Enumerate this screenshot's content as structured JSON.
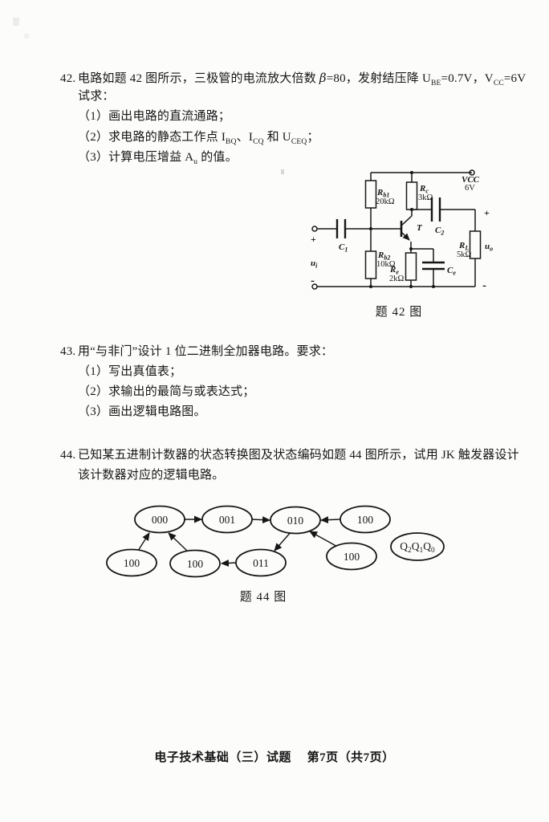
{
  "page": {
    "footer": "电子技术基础（三）试题　 第7页（共7页）"
  },
  "q42": {
    "number": "42.",
    "line1": {
      "s0": "电路如题 42 图所示，三极管的电流放大倍数 ",
      "beta": "β",
      "s1": "=80，发射结压降 U",
      "sub1": "BE",
      "s2": "=0.7V，V",
      "sub2": "CC",
      "s3": "=6V"
    },
    "line2": "试求：",
    "item1": "（1）画出电路的直流通路；",
    "item2": {
      "s0": "（2）求电路的静态工作点 I",
      "sub1": "BQ",
      "s1": "、I",
      "sub2": "CQ",
      "s2": " 和 U",
      "sub3": "CEQ",
      "s3": "；"
    },
    "item3": {
      "s0": "（3）计算电压增益 A",
      "sub1": "u",
      "s1": " 的值。"
    },
    "figure": {
      "vcc_label": "VCC",
      "vcc_value": "6V",
      "rb1": "R",
      "rb1_sub": "b1",
      "rb1_val": "20kΩ",
      "rc": "R",
      "rc_sub": "c",
      "rc_val": "3kΩ",
      "rb2": "R",
      "rb2_sub": "b2",
      "rb2_val": "10kΩ",
      "re": "R",
      "re_sub": "e",
      "re_val": "2kΩ",
      "rl": "R",
      "rl_sub": "L",
      "rl_val": "5kΩ",
      "c1": "C",
      "c1_sub": "1",
      "c2": "C",
      "c2_sub": "2",
      "ce": "C",
      "ce_sub": "e",
      "t": "T",
      "ui": "u",
      "ui_sub": "i",
      "uo": "u",
      "uo_sub": "o",
      "in_plus": "+",
      "in_minus": "-",
      "out_plus": "+",
      "out_minus": "-",
      "caption": "题 42 图"
    }
  },
  "q43": {
    "number": "43.",
    "line1": "用“与非门”设计 1 位二进制全加器电路。要求：",
    "item1": "（1）写出真值表；",
    "item2": "（2）求输出的最简与或表达式；",
    "item3": "（3）画出逻辑电路图。"
  },
  "q44": {
    "number": "44.",
    "line1": "已知某五进制计数器的状态转换图及状态编码如题 44 图所示，试用 JK 触发器设计",
    "line2": "该计数器对应的逻辑电路。",
    "figure": {
      "s000": "000",
      "s001": "001",
      "s010": "010",
      "s011": "011",
      "s100_top_right": "100",
      "s100_bottom_left": "100",
      "s100_bottom_mid": "100",
      "s100_bottom_right": "100",
      "legend_q1": "Q",
      "legend_n1": "2",
      "legend_q2": "Q",
      "legend_n2": "1",
      "legend_q3": "Q",
      "legend_n3": "0",
      "caption": "题 44 图"
    }
  }
}
